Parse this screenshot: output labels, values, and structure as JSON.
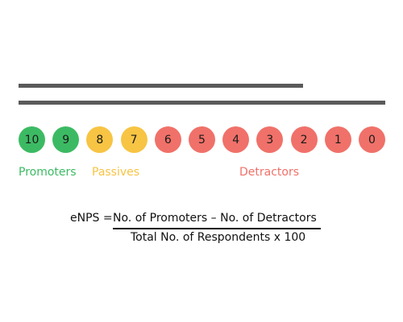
{
  "colors": {
    "promoter": "#3cba63",
    "passive": "#f7c443",
    "detractor": "#f07169",
    "bar": "#5a5a5a"
  },
  "scores": [
    {
      "label": "10",
      "group": "promoter"
    },
    {
      "label": "9",
      "group": "promoter"
    },
    {
      "label": "8",
      "group": "passive"
    },
    {
      "label": "7",
      "group": "passive"
    },
    {
      "label": "6",
      "group": "detractor"
    },
    {
      "label": "5",
      "group": "detractor"
    },
    {
      "label": "4",
      "group": "detractor"
    },
    {
      "label": "3",
      "group": "detractor"
    },
    {
      "label": "2",
      "group": "detractor"
    },
    {
      "label": "1",
      "group": "detractor"
    },
    {
      "label": "0",
      "group": "detractor"
    }
  ],
  "groups": {
    "promoters": "Promoters",
    "passives": "Passives",
    "detractors": "Detractors"
  },
  "formula": {
    "lhs": "eNPS =",
    "numerator": "No. of Promoters – No. of Detractors",
    "denominator": "Total No. of Respondents x 100"
  }
}
